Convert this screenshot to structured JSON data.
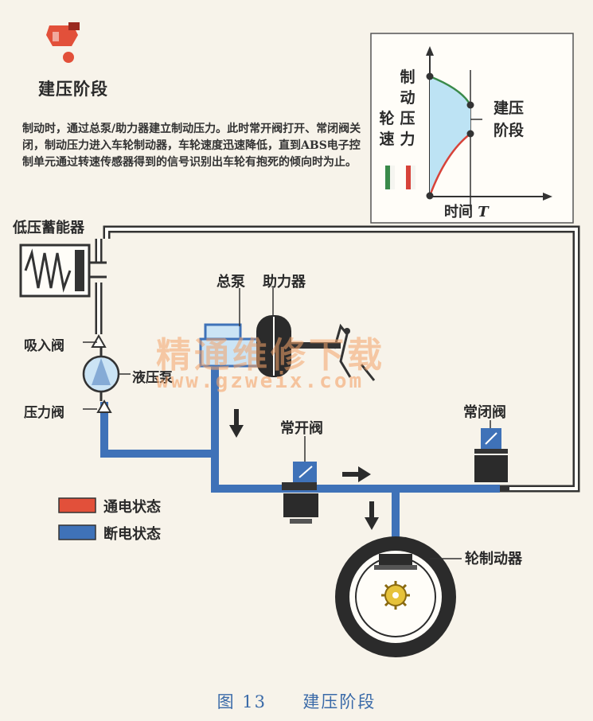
{
  "header": {
    "title": "建压阶段",
    "description": "制动时，通过总泵/助力器建立制动压力。此时常开阀打开、常闭阀关闭，制动压力进入车轮制动器，车轮速度迅速降低，直到ABS电子控制单元通过转速传感器得到的信号识别出车轮有抱死的倾向时为止。"
  },
  "graph": {
    "y_label": [
      "制",
      "动",
      "压",
      "力"
    ],
    "y_label2": [
      "轮",
      "速"
    ],
    "x_label": "时间",
    "x_var": "T",
    "phase_label": [
      "建压",
      "阶段"
    ]
  },
  "diagram_labels": {
    "accumulator": "低压蓄能器",
    "inlet_valve": "吸入阀",
    "pump": "液压泵",
    "pressure_valve": "压力阀",
    "master_cylinder": "总泵",
    "booster": "助力器",
    "normally_open_valve": "常开阀",
    "normally_closed_valve": "常闭阀",
    "wheel_brake": "轮制动器"
  },
  "legend": {
    "energized": "通电状态",
    "de_energized": "断电状态"
  },
  "colors": {
    "energized": "#e2503a",
    "de_energized": "#3f72b8",
    "pipe": "#3f72b8",
    "graph_fill": "#bde3f4",
    "pressure_curve": "#3a8a4a",
    "speed_curve": "#d7433a"
  },
  "watermark": {
    "text": "精通维修下载",
    "url": "www.gzweix.com"
  },
  "caption": {
    "figure_number": "图 13",
    "title": "建压阶段"
  }
}
